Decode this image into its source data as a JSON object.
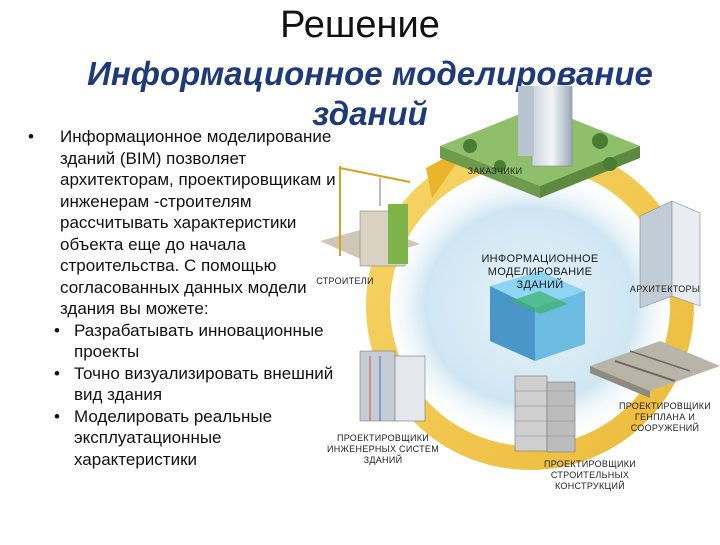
{
  "slide": {
    "title": "Решение",
    "subtitle_line1": "Информационное моделирование",
    "subtitle_line2": "зданий"
  },
  "bullets": {
    "main": "Информационное моделирование зданий (BIM) позволяет архитекторам, проектировщикам и инженерам -строителям рассчитывать характеристики объекта еще до начала строительства. С помощью согласованных данных модели здания вы можете:",
    "items": [
      "Разрабатывать инновационные проекты",
      "Точно визуализировать внешний вид здания",
      "Моделировать реальные эксплуатационные характеристики"
    ]
  },
  "diagram": {
    "center": "ИНФОРМАЦИОННОЕ МОДЕЛИРОВАНИЕ ЗДАНИЙ",
    "customers": "ЗАКАЗЧИКИ",
    "builders": "СТРОИТЕЛИ",
    "architects": "АРХИТЕКТОРЫ",
    "site_planners": "ПРОЕКТИРОВЩИКИ ГЕНПЛАНА И СООРУЖЕНИЙ",
    "systems_engineers": "ПРОЕКТИРОВЩИКИ ИНЖЕНЕРНЫХ СИСТЕМ ЗДАНИЙ",
    "structural_engineers": "ПРОЕКТИРОВЩИКИ СТРОИТЕЛЬНЫХ КОНСТРУКЦИЙ"
  },
  "colors": {
    "subtitle": "#1f3a7a",
    "arrow_ring": "#f3c43a",
    "glow": "#cfe6f2",
    "cube": "#3a9fd0"
  }
}
